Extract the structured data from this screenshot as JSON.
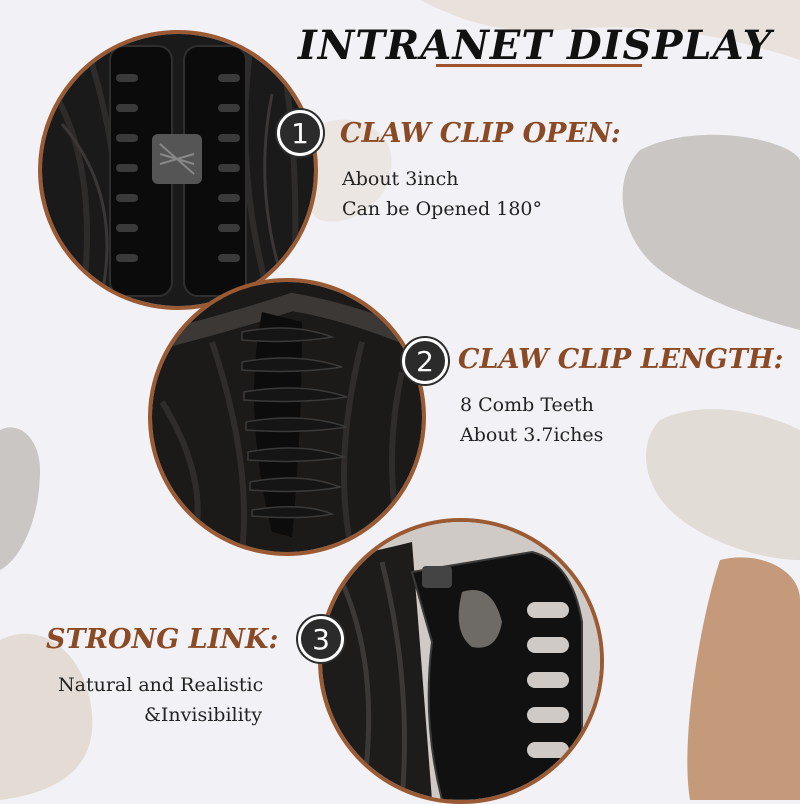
{
  "title": "INTRANET DISPLAY",
  "colors": {
    "accent": "#8a4a25",
    "ring": "#9a5a33",
    "badge": "#2b2b2b",
    "background": "#f2f1f5"
  },
  "features": [
    {
      "number": "1",
      "heading": "CLAW CLIP OPEN:",
      "lines": [
        "About 3inch",
        "Can be Opened 180°"
      ]
    },
    {
      "number": "2",
      "heading": "CLAW CLIP LENGTH:",
      "lines": [
        "8 Comb Teeth",
        "About 3.7iches"
      ]
    },
    {
      "number": "3",
      "heading": "STRONG LINK:",
      "lines": [
        "Natural and Realistic",
        "&Invisibility"
      ]
    }
  ]
}
